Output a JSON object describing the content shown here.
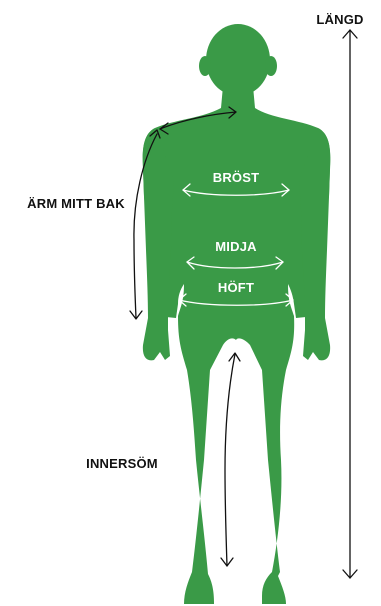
{
  "colors": {
    "body": "#3a9a47",
    "background": "#ffffff",
    "text_dark": "#111111",
    "text_light": "#ffffff"
  },
  "measurements": {
    "length": "LÄNGD",
    "sleeve": "ÄRM MITT BAK",
    "chest": "BRÖST",
    "waist": "MIDJA",
    "hip": "HÖFT",
    "inseam": "INNERSÖM"
  }
}
